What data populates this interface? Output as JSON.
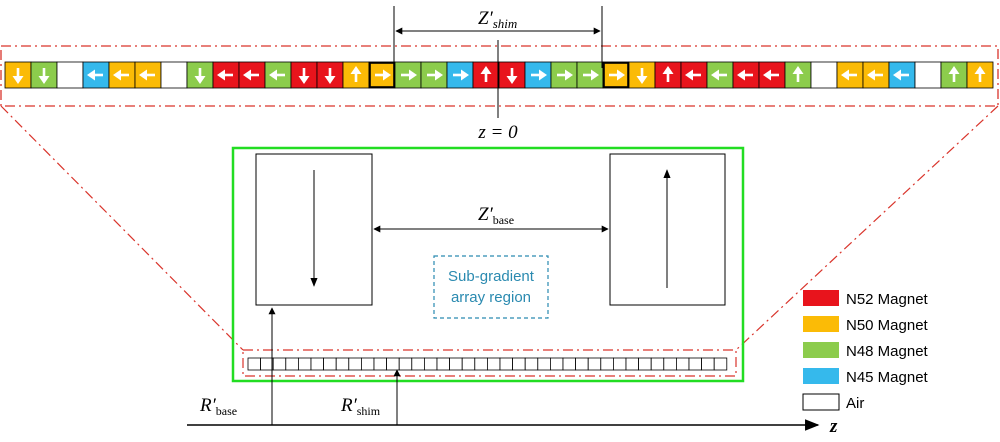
{
  "colors": {
    "N52": "#e8141c",
    "N50": "#fbbb06",
    "N48": "#8ccc4c",
    "N45": "#35b9ec",
    "Air": "#ffffff",
    "region_border": "#d9342b",
    "base_box": "#22dd22",
    "region_label": "#2a8ab0"
  },
  "shim_array": {
    "cells": [
      {
        "m": "N50",
        "d": "down"
      },
      {
        "m": "N48",
        "d": "down"
      },
      {
        "m": "Air",
        "d": "none"
      },
      {
        "m": "N45",
        "d": "left"
      },
      {
        "m": "N50",
        "d": "left"
      },
      {
        "m": "N50",
        "d": "left"
      },
      {
        "m": "Air",
        "d": "none"
      },
      {
        "m": "N48",
        "d": "down"
      },
      {
        "m": "N52",
        "d": "left"
      },
      {
        "m": "N52",
        "d": "left"
      },
      {
        "m": "N48",
        "d": "left"
      },
      {
        "m": "N52",
        "d": "down"
      },
      {
        "m": "N52",
        "d": "down"
      },
      {
        "m": "N50",
        "d": "up"
      },
      {
        "m": "N50",
        "d": "right",
        "h": true
      },
      {
        "m": "N48",
        "d": "right"
      },
      {
        "m": "N48",
        "d": "right"
      },
      {
        "m": "N45",
        "d": "right"
      },
      {
        "m": "N52",
        "d": "up"
      },
      {
        "m": "N52",
        "d": "down"
      },
      {
        "m": "N45",
        "d": "right"
      },
      {
        "m": "N48",
        "d": "right"
      },
      {
        "m": "N48",
        "d": "right"
      },
      {
        "m": "N50",
        "d": "right",
        "h": true
      },
      {
        "m": "N50",
        "d": "down"
      },
      {
        "m": "N52",
        "d": "up"
      },
      {
        "m": "N52",
        "d": "left"
      },
      {
        "m": "N48",
        "d": "left"
      },
      {
        "m": "N52",
        "d": "left"
      },
      {
        "m": "N52",
        "d": "left"
      },
      {
        "m": "N48",
        "d": "up"
      },
      {
        "m": "Air",
        "d": "none"
      },
      {
        "m": "N50",
        "d": "left"
      },
      {
        "m": "N50",
        "d": "left"
      },
      {
        "m": "N45",
        "d": "left"
      },
      {
        "m": "Air",
        "d": "none"
      },
      {
        "m": "N48",
        "d": "up"
      },
      {
        "m": "N50",
        "d": "up"
      }
    ]
  },
  "shim_small_array": {
    "count": 38
  },
  "labels": {
    "z_shim_main": "Z′",
    "z_shim_sub": "shim",
    "z_zero": "z = 0",
    "z_base_main": "Z′",
    "z_base_sub": "base",
    "r_base_main": "R′",
    "r_base_sub": "base",
    "r_shim_main": "R′",
    "r_shim_sub": "shim",
    "region_line1": "Sub-gradient",
    "region_line2": "array region",
    "axis_z": "z"
  },
  "base_magnets": [
    {
      "name": "left-base-magnet",
      "direction": "down"
    },
    {
      "name": "right-base-magnet",
      "direction": "up"
    }
  ],
  "legend": [
    {
      "key": "N52",
      "label": "N52 Magnet"
    },
    {
      "key": "N50",
      "label": "N50 Magnet"
    },
    {
      "key": "N48",
      "label": "N48 Magnet"
    },
    {
      "key": "N45",
      "label": "N45 Magnet"
    },
    {
      "key": "Air",
      "label": "Air"
    }
  ]
}
